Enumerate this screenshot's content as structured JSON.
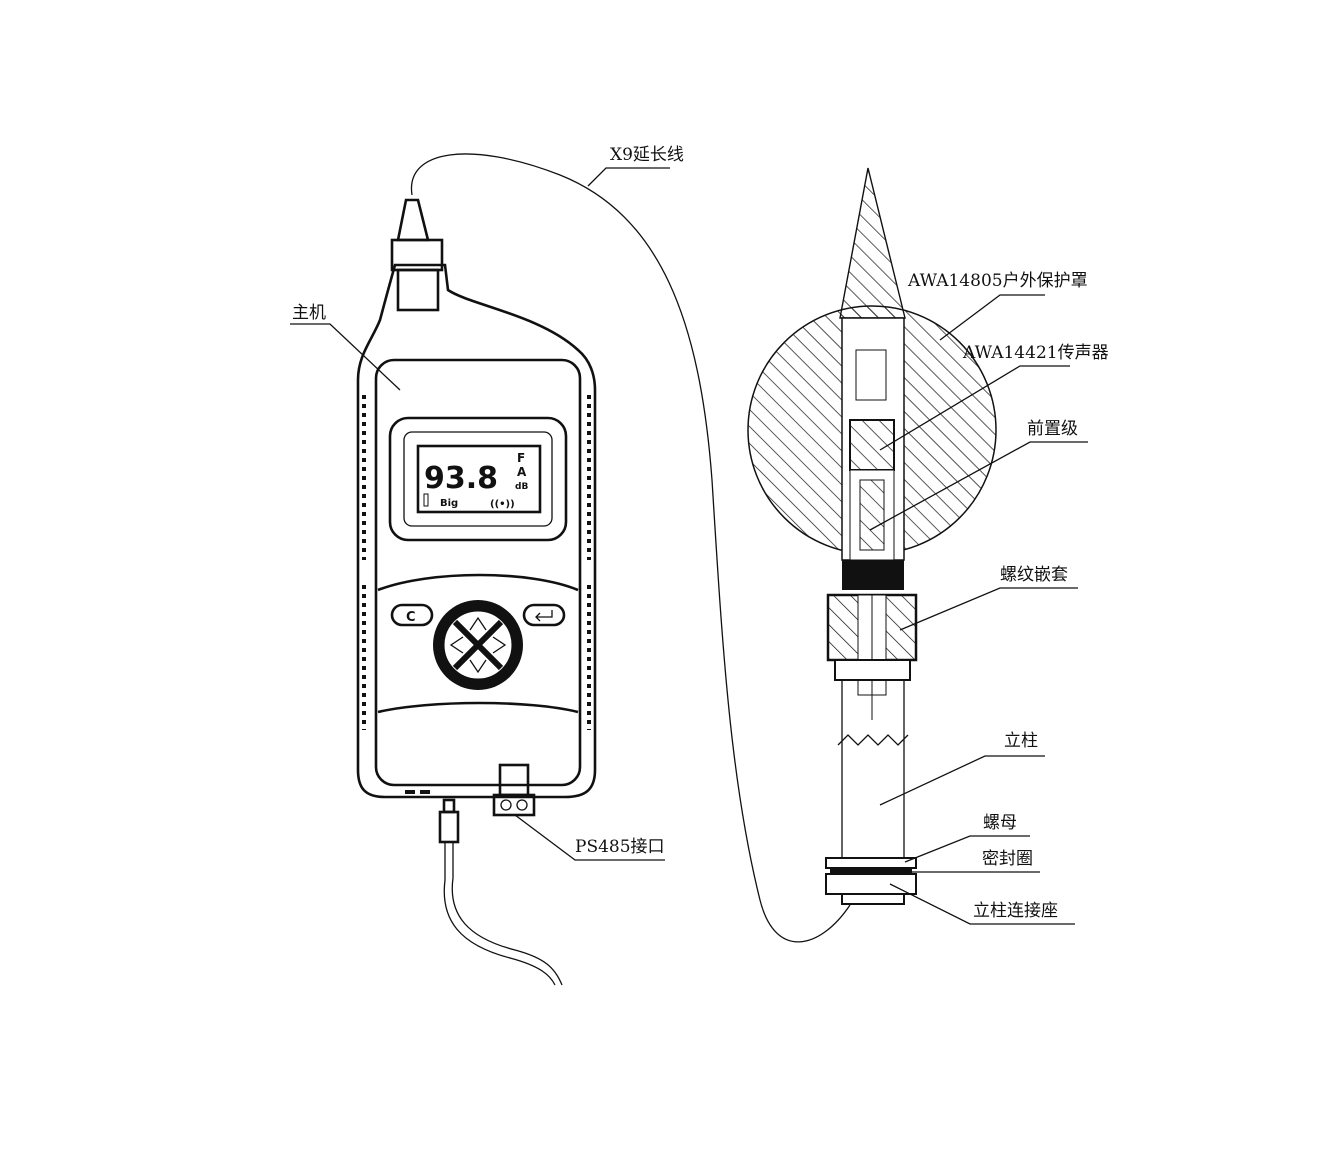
{
  "labels": {
    "cable": "X9延长线",
    "main_unit": "主机",
    "outdoor_cover": "AWA14805户外保护罩",
    "microphone": "AWA14421传声器",
    "preamp": "前置级",
    "thread_insert": "螺纹嵌套",
    "pole": "立柱",
    "nut": "螺母",
    "seal_ring": "密封圈",
    "pole_base": "立柱连接座",
    "port": "PS485接口"
  },
  "display": {
    "reading": "93.8",
    "weighting_time": "F",
    "weighting_freq": "A",
    "unit": "dB",
    "mode": "Big"
  },
  "buttons": {
    "clear": "C"
  }
}
